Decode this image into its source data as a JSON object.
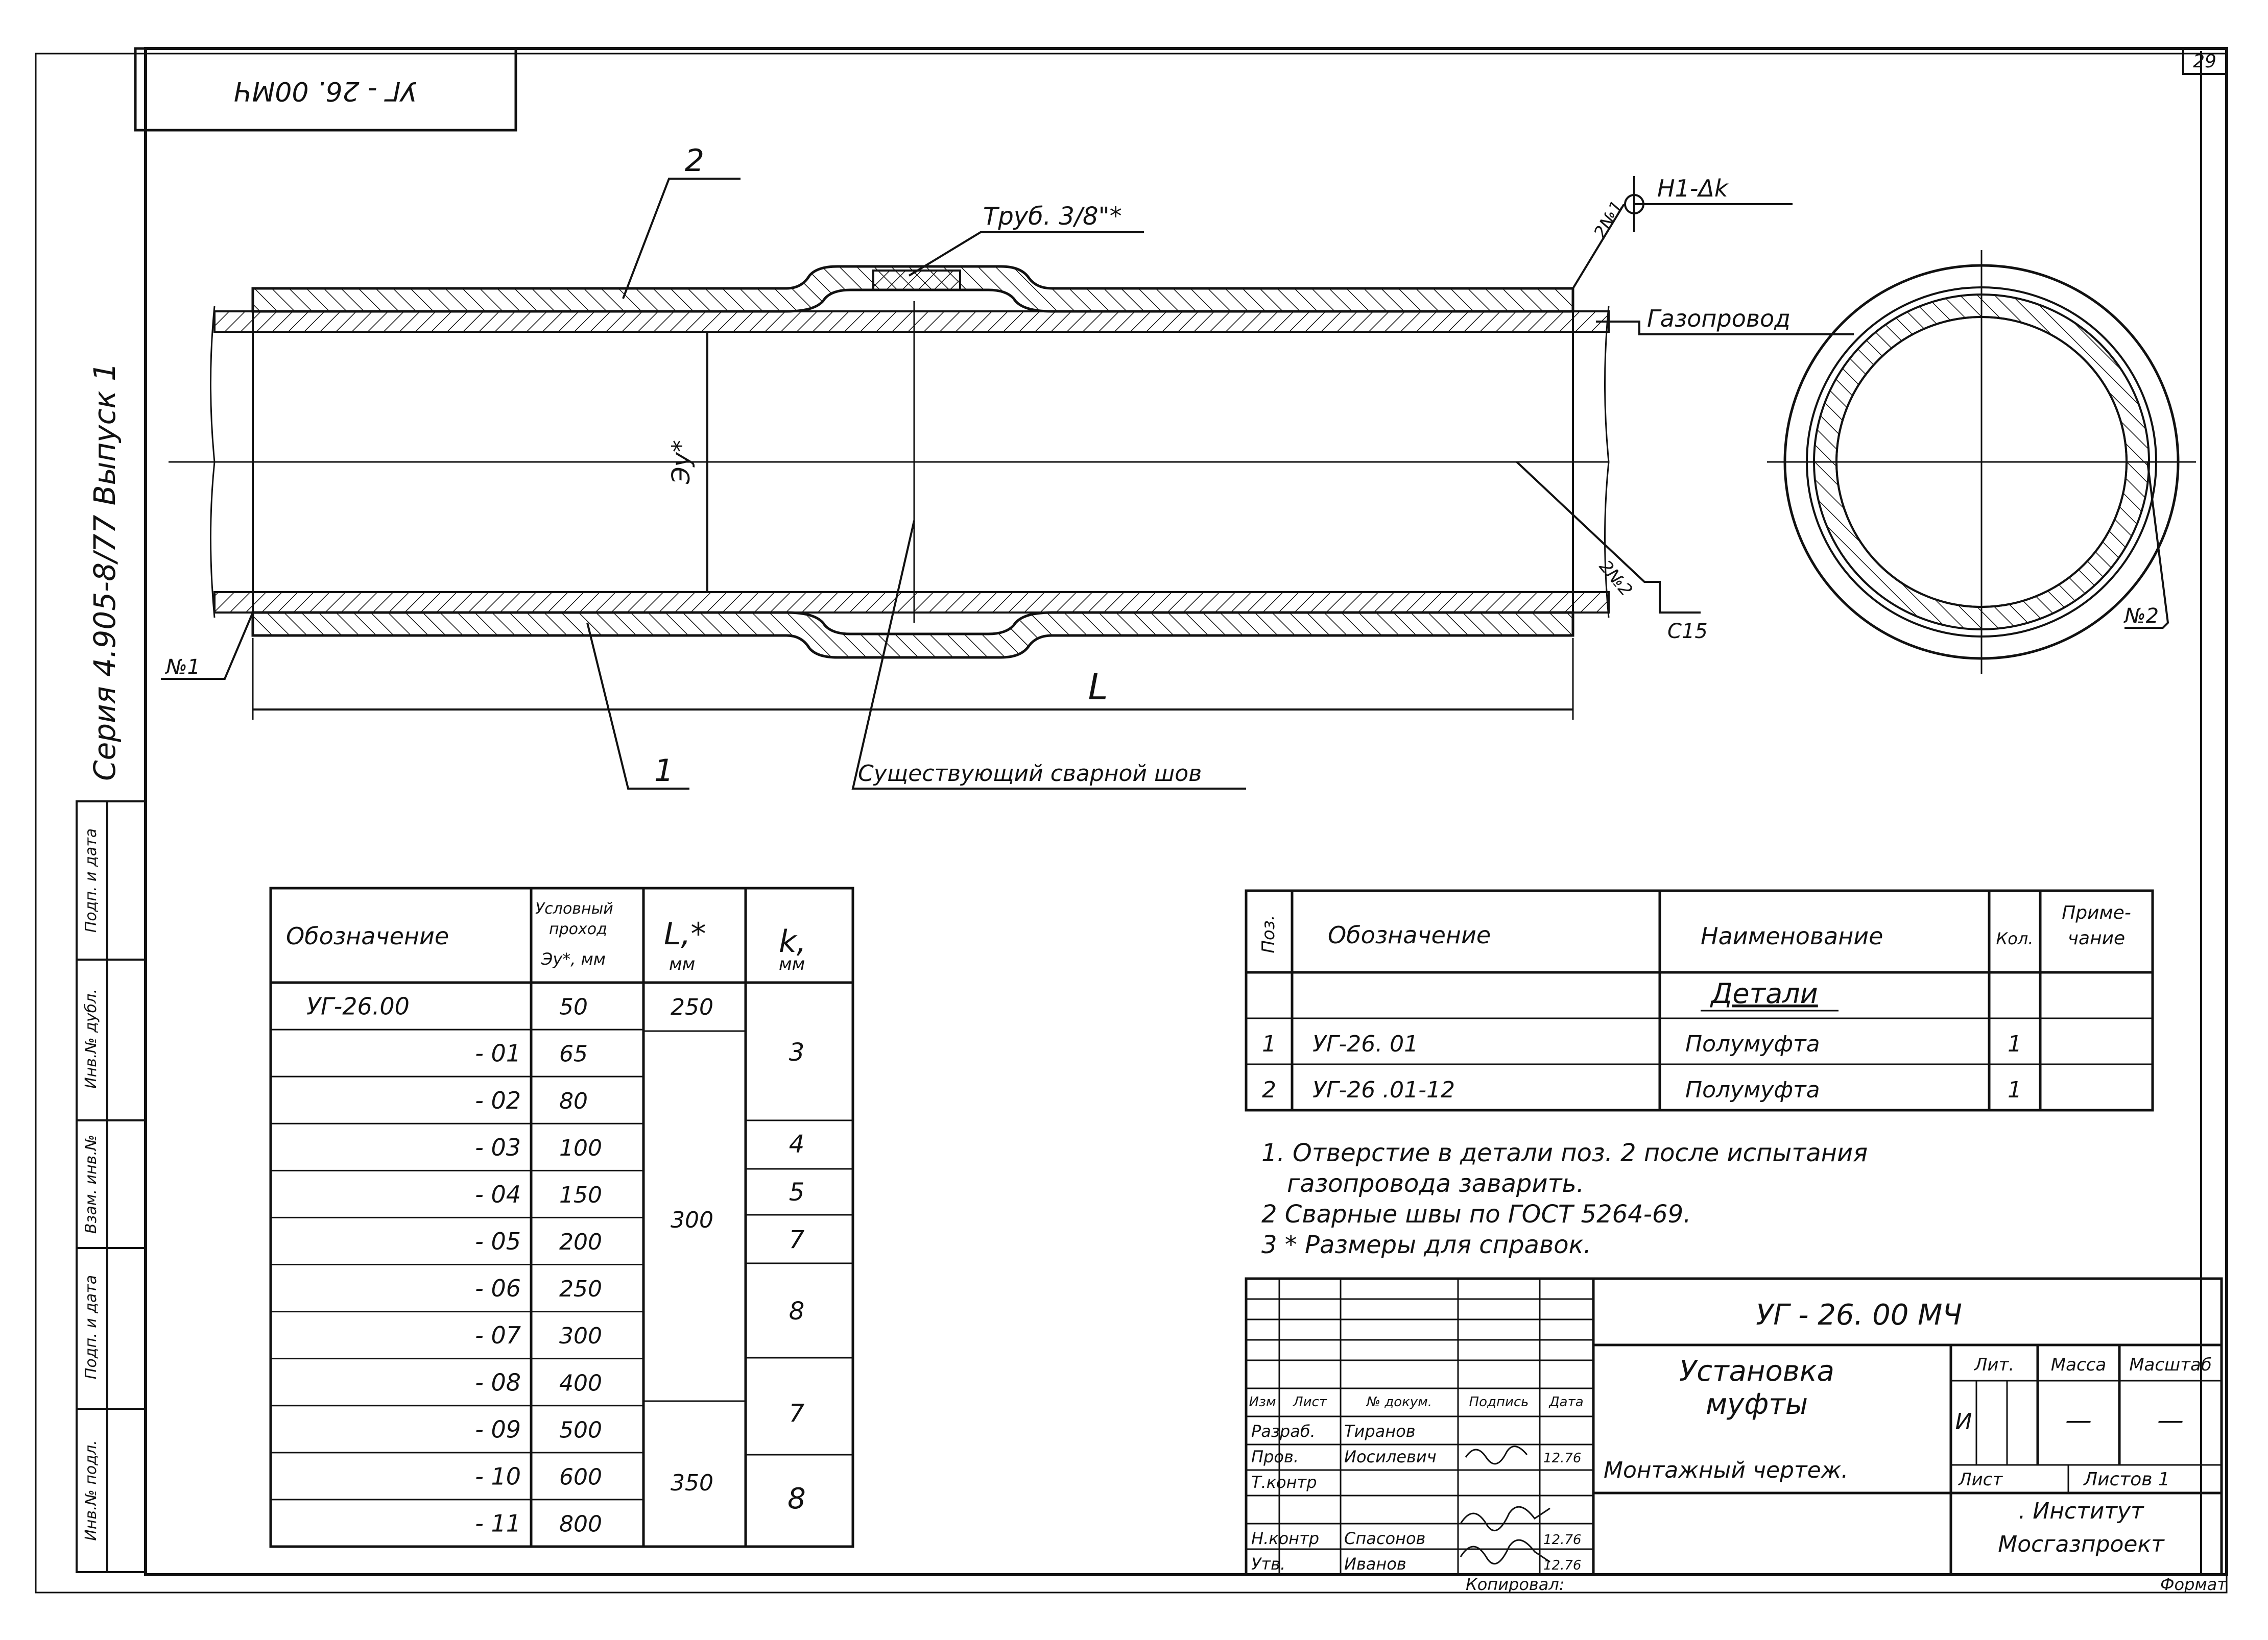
{
  "stamp_top": "УГ - 26. 00МЧ",
  "page_corner": "29",
  "side_series": "Серия 4.905-8/77  Выпуск 1",
  "side_boxes": [
    "Инв.№ подл.",
    "Подп. и дата",
    "Взам. инв.№",
    "Инв.№ дубл.",
    "Подп. и дата"
  ],
  "drawing": {
    "pos_labels": [
      "2",
      "1"
    ],
    "pipe_label": "Труб. 3/8\"*",
    "weld_mark": "Н1-Δk",
    "weld_no1": "2№1",
    "weld_no2": "2№2",
    "weld_std": "С15",
    "gas_pipe": "Газопровод",
    "diameter": "Эу*",
    "length": "L",
    "existing_weld": "Существующий сварной шов",
    "section_mark1": "№1",
    "section_mark2": "№2"
  },
  "sizes_table": {
    "headers": {
      "designation": "Обозначение",
      "bore": [
        "Условный",
        "проход",
        "Эу*, мм"
      ],
      "L": [
        "L,*",
        "мм"
      ],
      "k": [
        "k,",
        "мм"
      ]
    },
    "rows": [
      {
        "des": "УГ-26.00",
        "bore": "50"
      },
      {
        "des": "- 01",
        "bore": "65"
      },
      {
        "des": "- 02",
        "bore": "80"
      },
      {
        "des": "- 03",
        "bore": "100"
      },
      {
        "des": "- 04",
        "bore": "150"
      },
      {
        "des": "- 05",
        "bore": "200"
      },
      {
        "des": "- 06",
        "bore": "250"
      },
      {
        "des": "- 07",
        "bore": "300"
      },
      {
        "des": "- 08",
        "bore": "400"
      },
      {
        "des": "- 09",
        "bore": "500"
      },
      {
        "des": "- 10",
        "bore": "600"
      },
      {
        "des": "- 11",
        "bore": "800"
      }
    ],
    "L_groups": [
      "250",
      "300",
      "350"
    ],
    "k_groups": [
      "3",
      "4",
      "5",
      "7",
      "8",
      "7",
      "8"
    ]
  },
  "spec_table": {
    "headers": {
      "pos": "Поз.",
      "designation": "Обозначение",
      "name": "Наименование",
      "qty": "Кол.",
      "note": [
        "Приме-",
        "чание"
      ]
    },
    "section": "Детали",
    "rows": [
      {
        "pos": "1",
        "des": "УГ-26. 01",
        "name": "Полумуфта",
        "qty": "1"
      },
      {
        "pos": "2",
        "des": "УГ-26 .01-12",
        "name": "Полумуфта",
        "qty": "1"
      }
    ]
  },
  "notes": [
    "1. Отверстие в детали поз. 2 после испытания",
    "газопровода заварить.",
    "2  Сварные швы по ГОСТ 5264-69.",
    "3  * Размеры для справок."
  ],
  "title_block": {
    "doc_code": "УГ - 26. 00 МЧ",
    "title": [
      "Установка",
      "муфты"
    ],
    "subtitle": "Монтажный чертеж.",
    "col_headers": [
      "Изм",
      "Лист",
      "№ докум.",
      "Подпись",
      "Дата"
    ],
    "roles": [
      {
        "role": "Разраб.",
        "name": "Тиранов",
        "date": ""
      },
      {
        "role": "Пров.",
        "name": "Иосилевич",
        "date": "12.76"
      },
      {
        "role": "Т.контр",
        "name": "",
        "date": ""
      },
      {
        "role": "",
        "name": "",
        "date": ""
      },
      {
        "role": "Н.контр",
        "name": "Спасонов",
        "date": "12.76"
      },
      {
        "role": "Утв.",
        "name": "Иванов",
        "date": "12.76"
      }
    ],
    "lit_header": "Лит.",
    "mass_header": "Масса",
    "scale_header": "Масштаб",
    "lit_value": "И",
    "mass_value": "—",
    "scale_value": "—",
    "sheet_label": "Лист",
    "sheets_label": "Листов  1",
    "org": [
      ". Институт",
      "Мосгазпроект"
    ]
  },
  "footer": {
    "copied": "Копировал:",
    "format": "Формат"
  }
}
